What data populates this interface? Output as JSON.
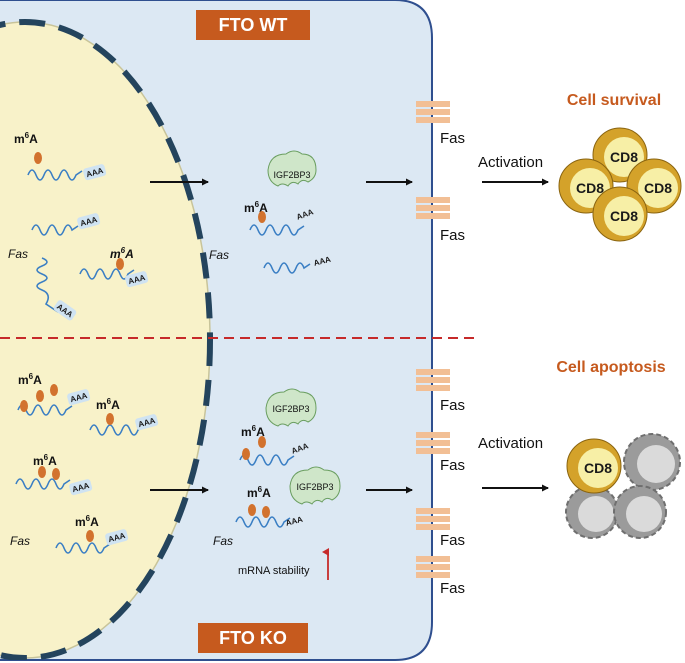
{
  "titles": {
    "wt": "FTO WT",
    "ko": "FTO KO"
  },
  "outcomes": {
    "survival": "Cell survival",
    "apoptosis": "Cell apoptosis"
  },
  "labels": {
    "fas": "Fas",
    "activation": "Activation",
    "igf2bp3": "IGF2BP3",
    "m6a": "m6A",
    "aaa": "AAA",
    "cd8": "CD8",
    "mrna_stability": "mRNA stability"
  },
  "colors": {
    "cell_fill": "#dce8f3",
    "cell_border": "#2f4f8f",
    "nucleus_fill": "#f8f2c9",
    "nuclear_pore": "#24445d",
    "mrna": "#3b7fc4",
    "m6a_dot": "#d2722e",
    "title_box": "#c65a1e",
    "divider": "#c62a2a",
    "receptor": "#f2bf95",
    "cd8_gold": "#d4a22a",
    "cd8_inner": "#f7efa6",
    "apoptotic_cell": "#9b9b9b"
  }
}
